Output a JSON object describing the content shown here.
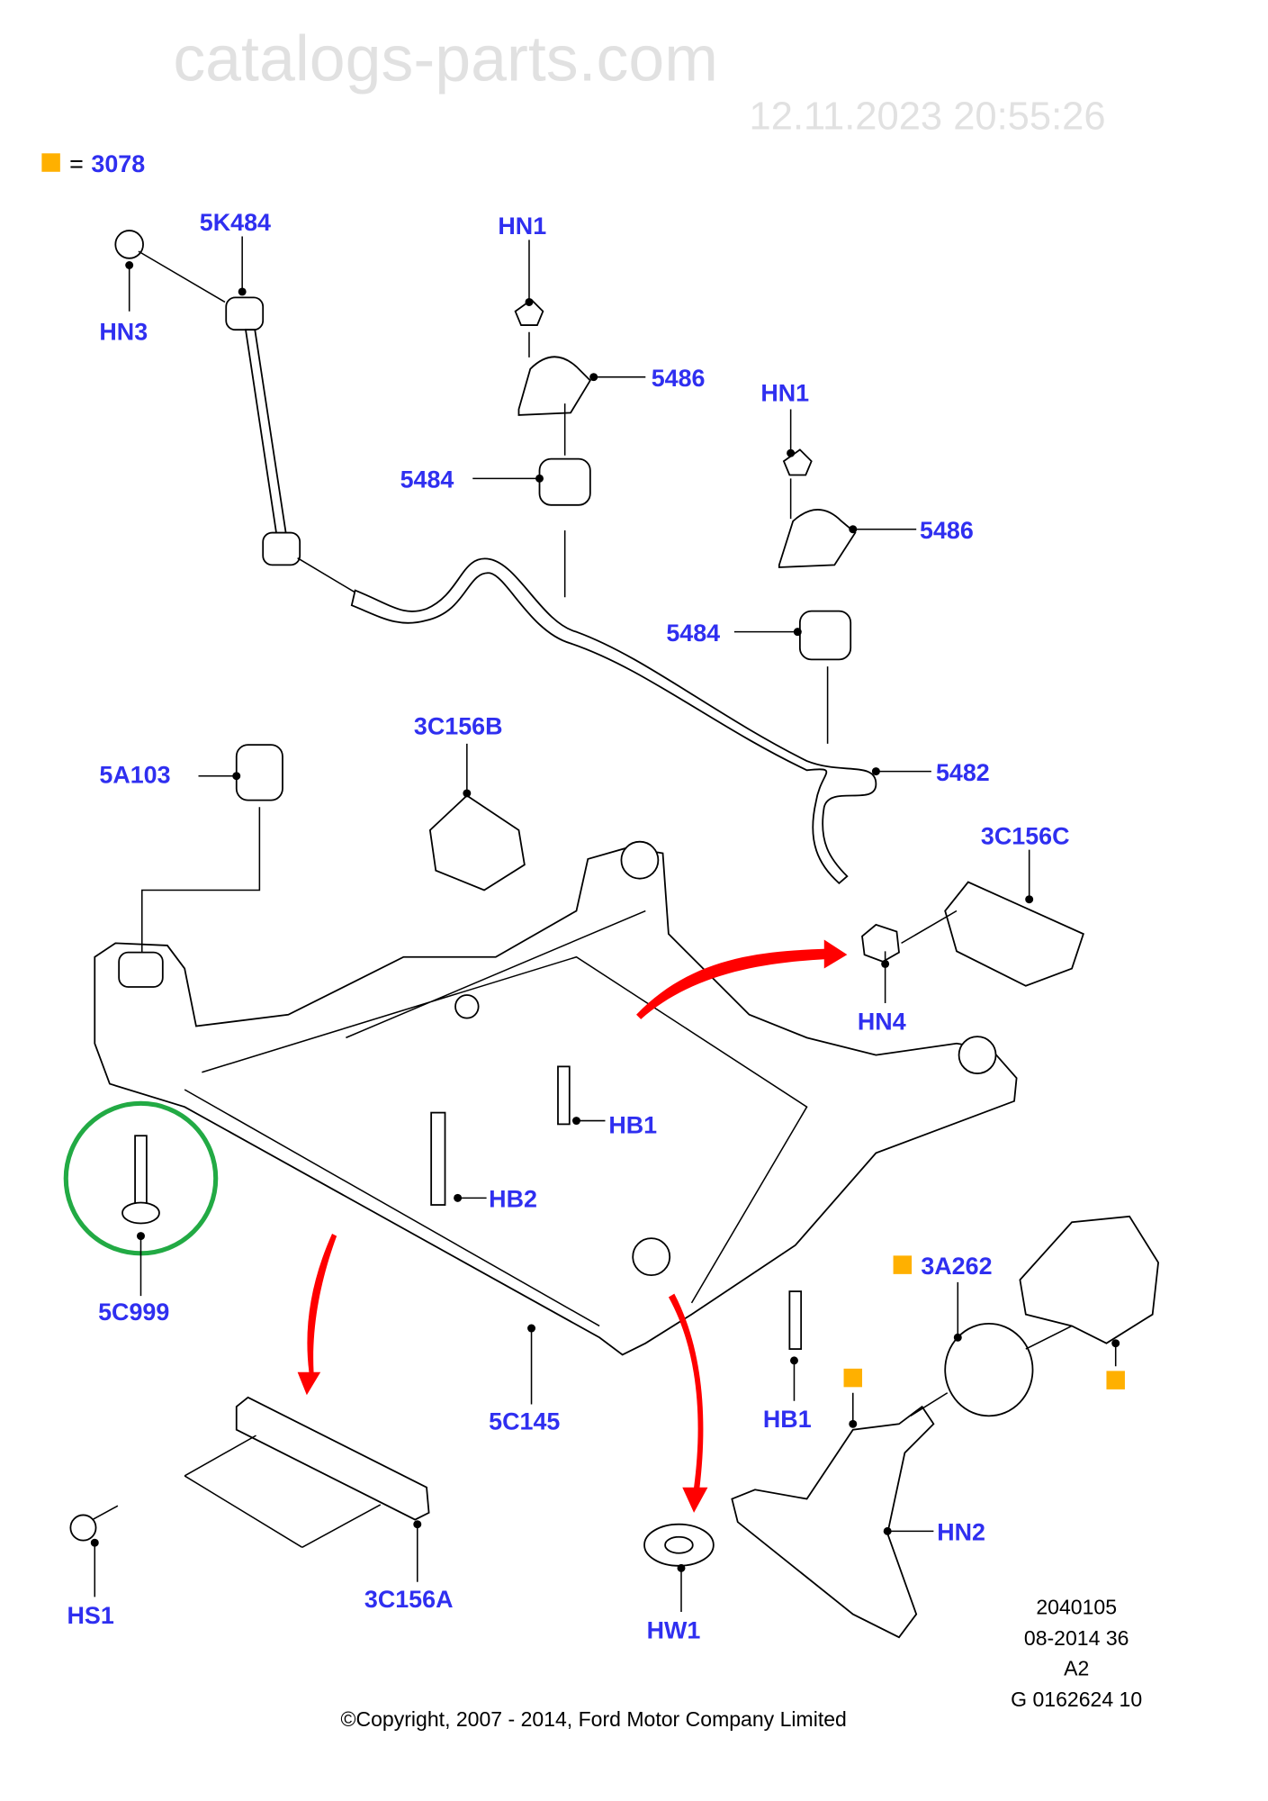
{
  "legend": {
    "symbol_color": "#ffb000",
    "equals": "=",
    "code": "3078"
  },
  "callouts": {
    "l5K484": "5K484",
    "hn3": "HN3",
    "hn1a": "HN1",
    "p5486a": "5486",
    "p5484a": "5484",
    "hn1b": "HN1",
    "p5486b": "5486",
    "p5484b": "5484",
    "c3C156B": "3C156B",
    "c5A103": "5A103",
    "p5482": "5482",
    "c3C156C": "3C156C",
    "hn4": "HN4",
    "hb1a": "HB1",
    "hb2": "HB2",
    "c5C999": "5C999",
    "c3A262": "3A262",
    "c5C145": "5C145",
    "hb1b": "HB1",
    "hn2": "HN2",
    "hs1": "HS1",
    "c3C156A": "3C156A",
    "hw1": "HW1"
  },
  "colors": {
    "label": "#2f2ff0",
    "arrow": "#ff0000",
    "highlight_circle": "#22aa44",
    "marker": "#ffb000"
  },
  "info": {
    "line1": "2040105",
    "line2": "08-2014 36",
    "line3": "A2",
    "line4": "G 0162624 10"
  },
  "copyright": "©Copyright, 2007 - 2014, Ford Motor Company Limited",
  "watermark": {
    "site": "catalogs-parts.com",
    "stamp": "12.11.2023 20:55:26"
  }
}
